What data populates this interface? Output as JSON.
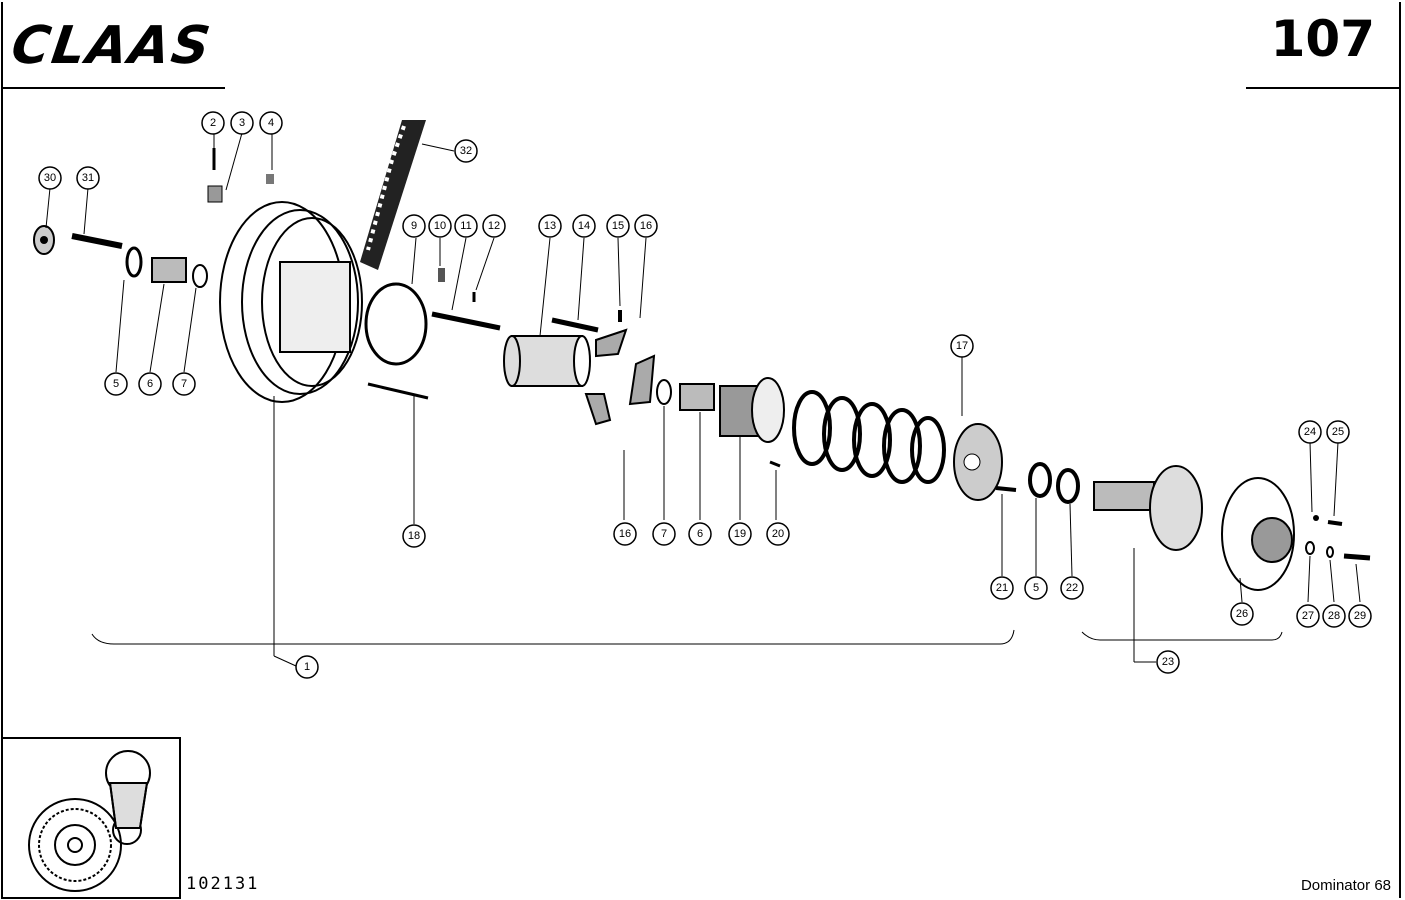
{
  "header": {
    "brand": "CLAAS",
    "page_number": "107"
  },
  "footer": {
    "drawing_number": "102131",
    "model": "Dominator 68"
  },
  "callouts": {
    "c1": "1",
    "c2": "2",
    "c3": "3",
    "c4": "4",
    "c5a": "5",
    "c5b": "5",
    "c6a": "6",
    "c6b": "6",
    "c7a": "7",
    "c7b": "7",
    "c9": "9",
    "c10": "10",
    "c11": "11",
    "c12": "12",
    "c13": "13",
    "c14": "14",
    "c15": "15",
    "c16a": "16",
    "c16b": "16",
    "c17": "17",
    "c18": "18",
    "c19": "19",
    "c20": "20",
    "c21": "21",
    "c22": "22",
    "c23": "23",
    "c24": "24",
    "c25": "25",
    "c26": "26",
    "c27": "27",
    "c28": "28",
    "c29": "29",
    "c30": "30",
    "c31": "31",
    "c32": "32"
  },
  "icons": {
    "brand_logo": "claas-logo",
    "locator": "machine-locator-icon"
  }
}
